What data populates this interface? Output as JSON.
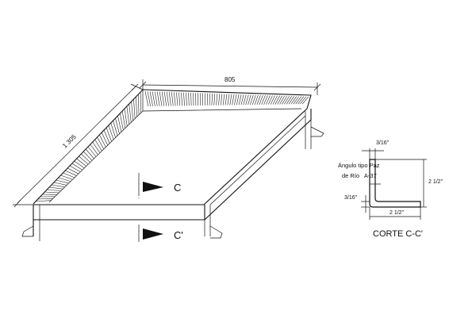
{
  "drawing": {
    "dims": {
      "length": "1 305",
      "width": "805"
    },
    "section_markers": {
      "upper": "C",
      "lower": "C'"
    },
    "detail": {
      "title": "CORTE C-C'",
      "note_line1": "Ángulo tipo Paz",
      "note_line2": "de Río   A-37",
      "thickness_top": "3/16\"",
      "thickness_side": "3/16\"",
      "leg_vertical": "2 1/2\"",
      "leg_horizontal": "2 1/2\""
    }
  }
}
